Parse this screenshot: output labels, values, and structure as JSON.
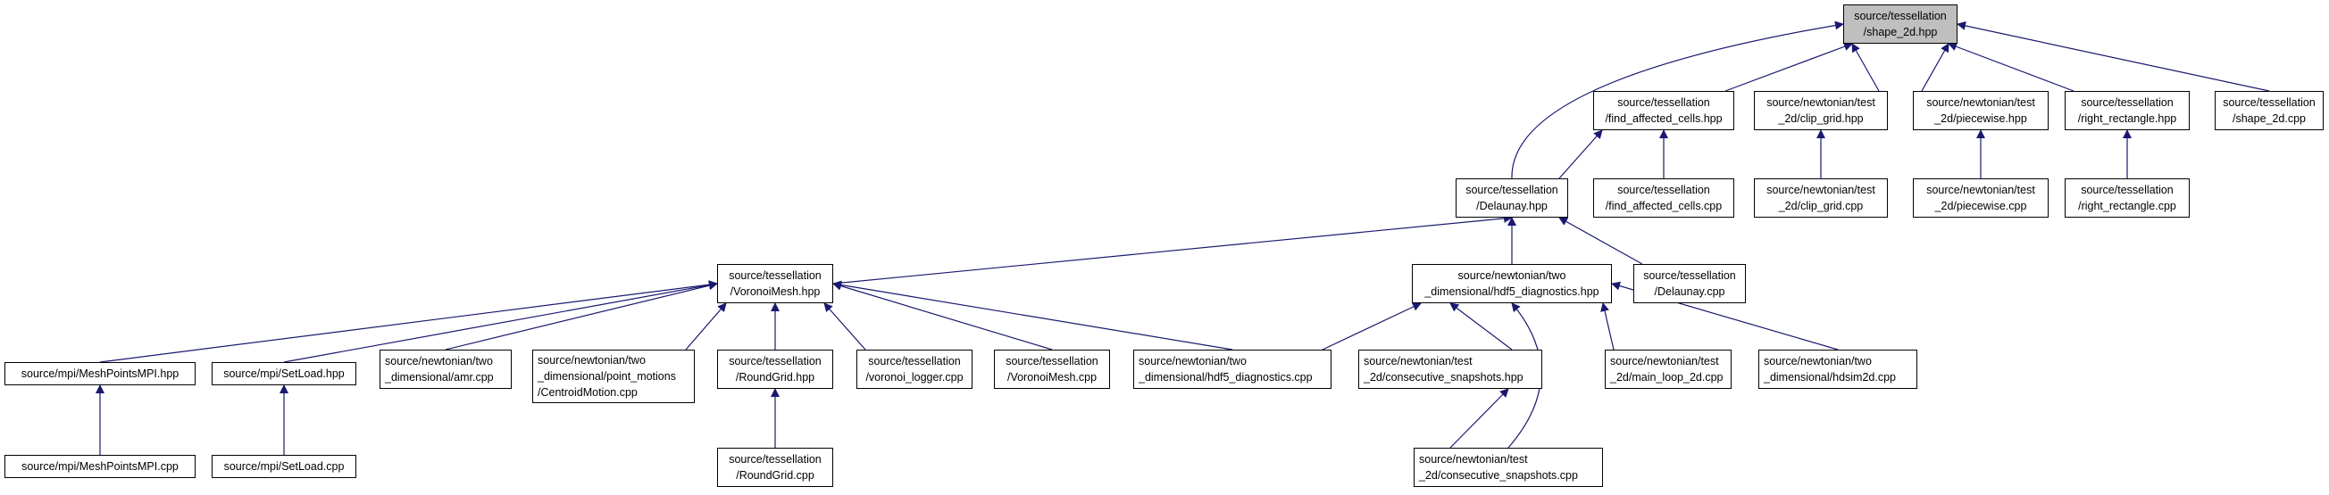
{
  "colors": {
    "edge": "#191970",
    "border": "#000000",
    "root_fill": "#bfbfbf",
    "node_fill": "#ffffff"
  },
  "nodes": {
    "shape_2d_hpp": [
      "source/tessellation",
      "/shape_2d.hpp"
    ],
    "delaunay_hpp": [
      "source/tessellation",
      "/Delaunay.hpp"
    ],
    "find_affected_cells_hpp": [
      "source/tessellation",
      "/find_affected_cells.hpp"
    ],
    "clip_grid_hpp": [
      "source/newtonian/test",
      "_2d/clip_grid.hpp"
    ],
    "piecewise_hpp": [
      "source/newtonian/test",
      "_2d/piecewise.hpp"
    ],
    "right_rectangle_hpp": [
      "source/tessellation",
      "/right_rectangle.hpp"
    ],
    "shape_2d_cpp": [
      "source/tessellation",
      "/shape_2d.cpp"
    ],
    "find_affected_cells_cpp": [
      "source/tessellation",
      "/find_affected_cells.cpp"
    ],
    "clip_grid_cpp": [
      "source/newtonian/test",
      "_2d/clip_grid.cpp"
    ],
    "piecewise_cpp": [
      "source/newtonian/test",
      "_2d/piecewise.cpp"
    ],
    "right_rectangle_cpp": [
      "source/tessellation",
      "/right_rectangle.cpp"
    ],
    "voronoimesh_hpp": [
      "source/tessellation",
      "/VoronoiMesh.hpp"
    ],
    "hdf5_diagnostics_hpp": [
      "source/newtonian/two",
      "_dimensional/hdf5_diagnostics.hpp"
    ],
    "delaunay_cpp": [
      "source/tessellation",
      "/Delaunay.cpp"
    ],
    "meshpointsmpi_hpp": [
      "source/mpi/MeshPointsMPI.hpp"
    ],
    "setload_hpp": [
      "source/mpi/SetLoad.hpp"
    ],
    "amr_cpp": [
      "source/newtonian/two",
      "_dimensional/amr.cpp"
    ],
    "centroidmotion_cpp": [
      "source/newtonian/two",
      "_dimensional/point_motions",
      "/CentroidMotion.cpp"
    ],
    "roundgrid_hpp": [
      "source/tessellation",
      "/RoundGrid.hpp"
    ],
    "voronoi_logger_cpp": [
      "source/tessellation",
      "/voronoi_logger.cpp"
    ],
    "voronoimesh_cpp": [
      "source/tessellation",
      "/VoronoiMesh.cpp"
    ],
    "hdf5_diagnostics_cpp": [
      "source/newtonian/two",
      "_dimensional/hdf5_diagnostics.cpp"
    ],
    "consecutive_snapshots_hpp": [
      "source/newtonian/test",
      "_2d/consecutive_snapshots.hpp"
    ],
    "main_loop_2d_cpp": [
      "source/newtonian/test",
      "_2d/main_loop_2d.cpp"
    ],
    "hdsim2d_cpp": [
      "source/newtonian/two",
      "_dimensional/hdsim2d.cpp"
    ],
    "meshpointsmpi_cpp": [
      "source/mpi/MeshPointsMPI.cpp"
    ],
    "setload_cpp": [
      "source/mpi/SetLoad.cpp"
    ],
    "roundgrid_cpp": [
      "source/tessellation",
      "/RoundGrid.cpp"
    ],
    "consecutive_snapshots_cpp": [
      "source/newtonian/test",
      "_2d/consecutive_snapshots.cpp"
    ]
  }
}
